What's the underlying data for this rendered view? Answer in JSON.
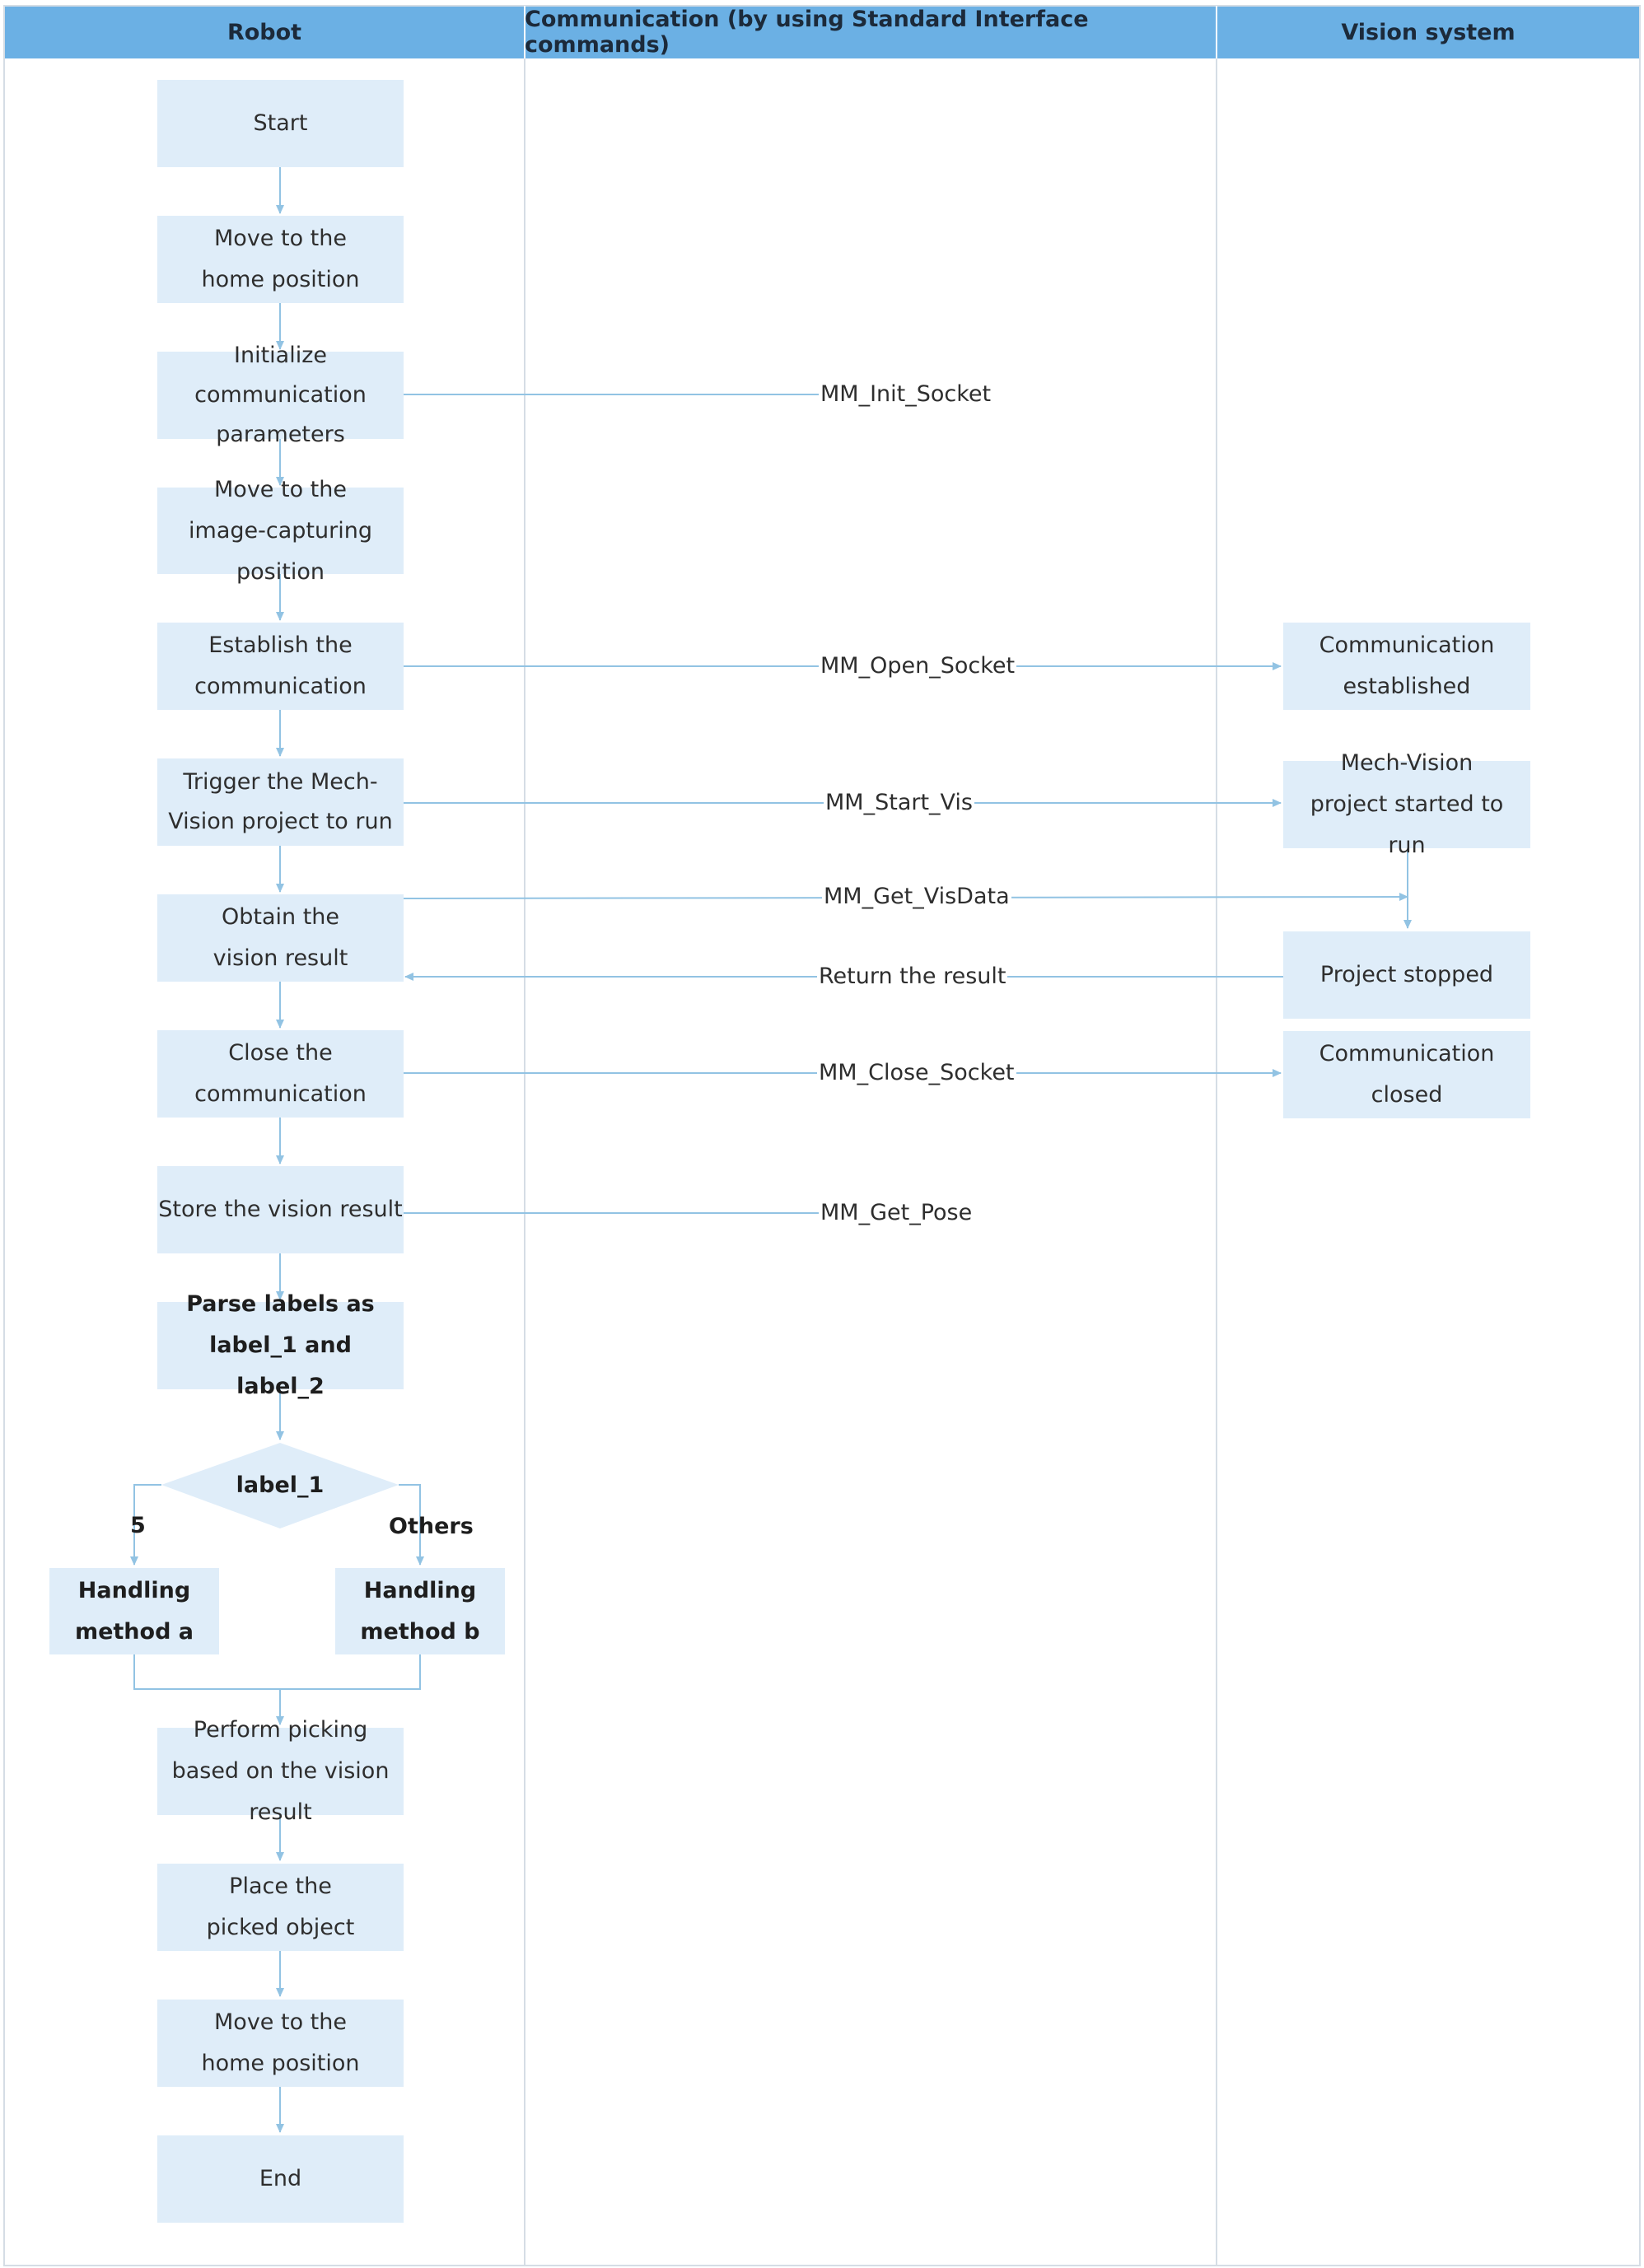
{
  "lanes": {
    "robot": "Robot",
    "communication": "Communication (by using Standard Interface commands)",
    "vision": "Vision system"
  },
  "robot_steps": {
    "start": "Start",
    "move_home_1": "Move to the home position",
    "init_params": "Initialize communication parameters",
    "move_capture": "Move to the image-capturing position",
    "establish": "Establish the communication",
    "trigger": "Trigger the Mech-Vision project to run",
    "obtain": "Obtain the vision result",
    "close": "Close the communication",
    "store": "Store the vision result",
    "parse": "Parse labels as label_1 and label_2",
    "decision": "label_1",
    "branch_5": "5",
    "branch_others": "Others",
    "method_a": "Handling method a",
    "method_b": "Handling method b",
    "pick": "Perform picking based on the vision result",
    "place": "Place the picked object",
    "move_home_2": "Move to the home position",
    "end": "End"
  },
  "commands": {
    "init_socket": "MM_Init_Socket",
    "open_socket": "MM_Open_Socket",
    "start_vis": "MM_Start_Vis",
    "get_visdata": "MM_Get_VisData",
    "return_result": "Return the result",
    "close_socket": "MM_Close_Socket",
    "get_pose": "MM_Get_Pose"
  },
  "vision_steps": {
    "established": "Communication established",
    "started": "Mech-Vision project started to run",
    "stopped": "Project stopped",
    "closed": "Communication closed"
  },
  "colors": {
    "header": "#6bb0e4",
    "node_fill": "#dfedf9",
    "connector": "#92c3e3",
    "lane_border": "#d5dde5"
  }
}
